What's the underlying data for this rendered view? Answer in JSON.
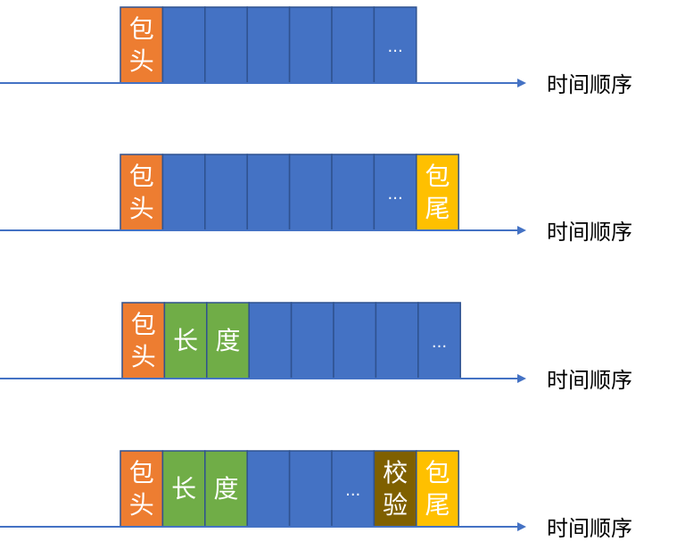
{
  "colors": {
    "header": "#ed7d31",
    "payload": "#4472c4",
    "length": "#70ad47",
    "checksum": "#7f6000",
    "tail": "#ffc000",
    "axis": "#4472c4",
    "border": "#2f528f"
  },
  "axis_label": "时间顺序",
  "rows": [
    {
      "name": "header-only",
      "cells": [
        {
          "type": "header",
          "lines": [
            "包",
            "头"
          ]
        },
        {
          "type": "payload",
          "lines": []
        },
        {
          "type": "payload",
          "lines": []
        },
        {
          "type": "payload",
          "lines": []
        },
        {
          "type": "payload",
          "lines": []
        },
        {
          "type": "payload",
          "lines": []
        },
        {
          "type": "payload",
          "lines": [
            "..."
          ]
        }
      ]
    },
    {
      "name": "header-tail",
      "cells": [
        {
          "type": "header",
          "lines": [
            "包",
            "头"
          ]
        },
        {
          "type": "payload",
          "lines": []
        },
        {
          "type": "payload",
          "lines": []
        },
        {
          "type": "payload",
          "lines": []
        },
        {
          "type": "payload",
          "lines": []
        },
        {
          "type": "payload",
          "lines": []
        },
        {
          "type": "payload",
          "lines": [
            "..."
          ]
        },
        {
          "type": "tail",
          "lines": [
            "包",
            "尾"
          ]
        }
      ]
    },
    {
      "name": "header-length",
      "cells": [
        {
          "type": "header",
          "lines": [
            "包",
            "头"
          ]
        },
        {
          "type": "length",
          "lines": [
            "长"
          ]
        },
        {
          "type": "length",
          "lines": [
            "度"
          ]
        },
        {
          "type": "payload",
          "lines": []
        },
        {
          "type": "payload",
          "lines": []
        },
        {
          "type": "payload",
          "lines": []
        },
        {
          "type": "payload",
          "lines": []
        },
        {
          "type": "payload",
          "lines": [
            "..."
          ]
        }
      ]
    },
    {
      "name": "header-length-checksum-tail",
      "cells": [
        {
          "type": "header",
          "lines": [
            "包",
            "头"
          ]
        },
        {
          "type": "length",
          "lines": [
            "长"
          ]
        },
        {
          "type": "length",
          "lines": [
            "度"
          ]
        },
        {
          "type": "payload",
          "lines": []
        },
        {
          "type": "payload",
          "lines": []
        },
        {
          "type": "payload",
          "lines": [
            "..."
          ]
        },
        {
          "type": "checksum",
          "lines": [
            "校",
            "验"
          ]
        },
        {
          "type": "tail",
          "lines": [
            "包",
            "尾"
          ]
        }
      ]
    }
  ]
}
